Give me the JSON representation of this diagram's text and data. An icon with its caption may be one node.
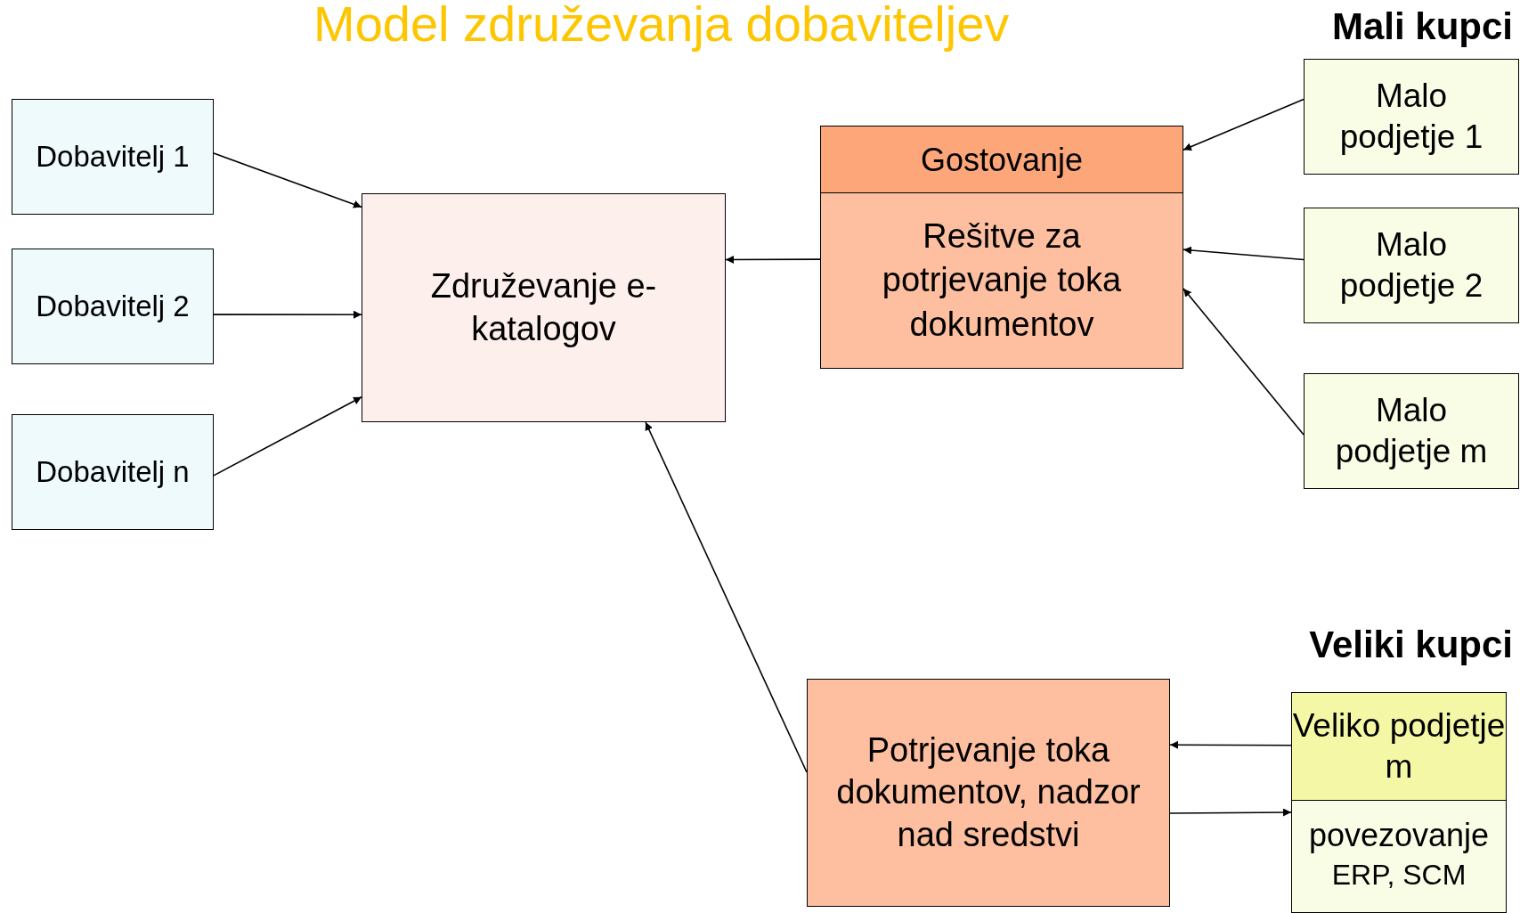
{
  "diagram": {
    "title": "Model združevanja dobaviteljev",
    "nodes": [
      {
        "text": [
          "Dobavitelj 1"
        ]
      },
      {
        "text": [
          "Dobavitelj 2"
        ]
      },
      {
        "text": [
          "Dobavitelj n"
        ]
      },
      {
        "text": [
          "Združevanje e-katalogov"
        ]
      },
      {
        "text": [
          "Gostovanje",
          "Rešitve za potrjevanje toka dokumentov"
        ]
      },
      {
        "text": [
          "Malo podjetje 1"
        ]
      },
      {
        "text": [
          "Malo podjetje 2"
        ]
      },
      {
        "text": [
          "Malo podjetje m"
        ]
      },
      {
        "text": [
          "Potrjevanje toka dokumentov, nadzor nad sredstvi"
        ]
      },
      {
        "text": [
          "Veliko podjetje m"
        ]
      },
      {
        "text": [
          "povezovanje",
          "ERP, SCM"
        ]
      }
    ],
    "edges": [
      {
        "from": 0,
        "to": 3,
        "arrow": "to"
      },
      {
        "from": 1,
        "to": 3,
        "arrow": "to"
      },
      {
        "from": 2,
        "to": 3,
        "arrow": "to"
      },
      {
        "from": 4,
        "to": 3,
        "arrow": "to"
      },
      {
        "from": 5,
        "to": 4,
        "arrow": "to"
      },
      {
        "from": 6,
        "to": 4,
        "arrow": "to"
      },
      {
        "from": 7,
        "to": 4,
        "arrow": "to"
      },
      {
        "from": 8,
        "to": 3,
        "arrow": "to"
      },
      {
        "from": 9,
        "to": 8,
        "arrow": "to"
      },
      {
        "from": 8,
        "to": 10,
        "arrow": "to"
      }
    ],
    "labels": [
      "Mali kupci",
      "Veliki kupci"
    ]
  }
}
